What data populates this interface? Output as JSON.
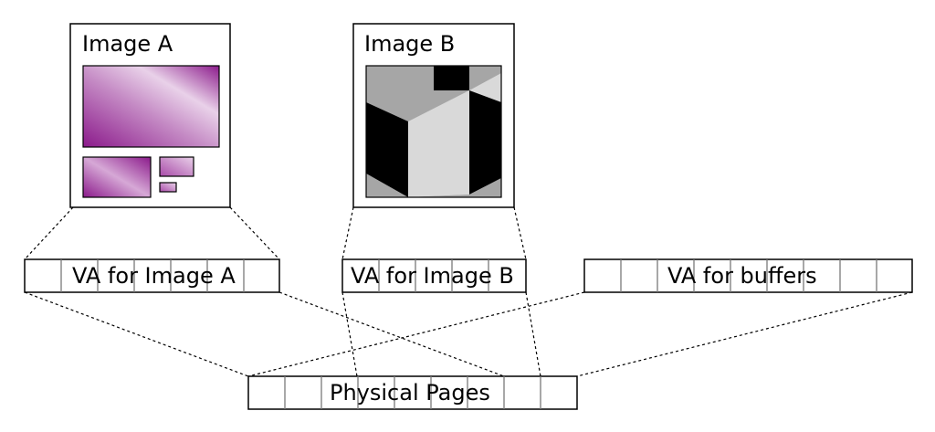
{
  "images": {
    "a": {
      "title": "Image A"
    },
    "b": {
      "title": "Image B"
    }
  },
  "address_spaces": {
    "a": {
      "label": "VA for Image A",
      "cells": 7
    },
    "b": {
      "label": "VA for Image B",
      "cells": 5
    },
    "buffers": {
      "label": "VA for buffers",
      "cells": 9
    }
  },
  "physical": {
    "label": "Physical Pages",
    "cells": 9
  },
  "colors": {
    "purple_dark": "#8b1a8b",
    "purple_light": "#f3e3f3",
    "gray_light": "#d9d9d9",
    "gray_mid": "#a6a6a6",
    "black": "#000000"
  }
}
